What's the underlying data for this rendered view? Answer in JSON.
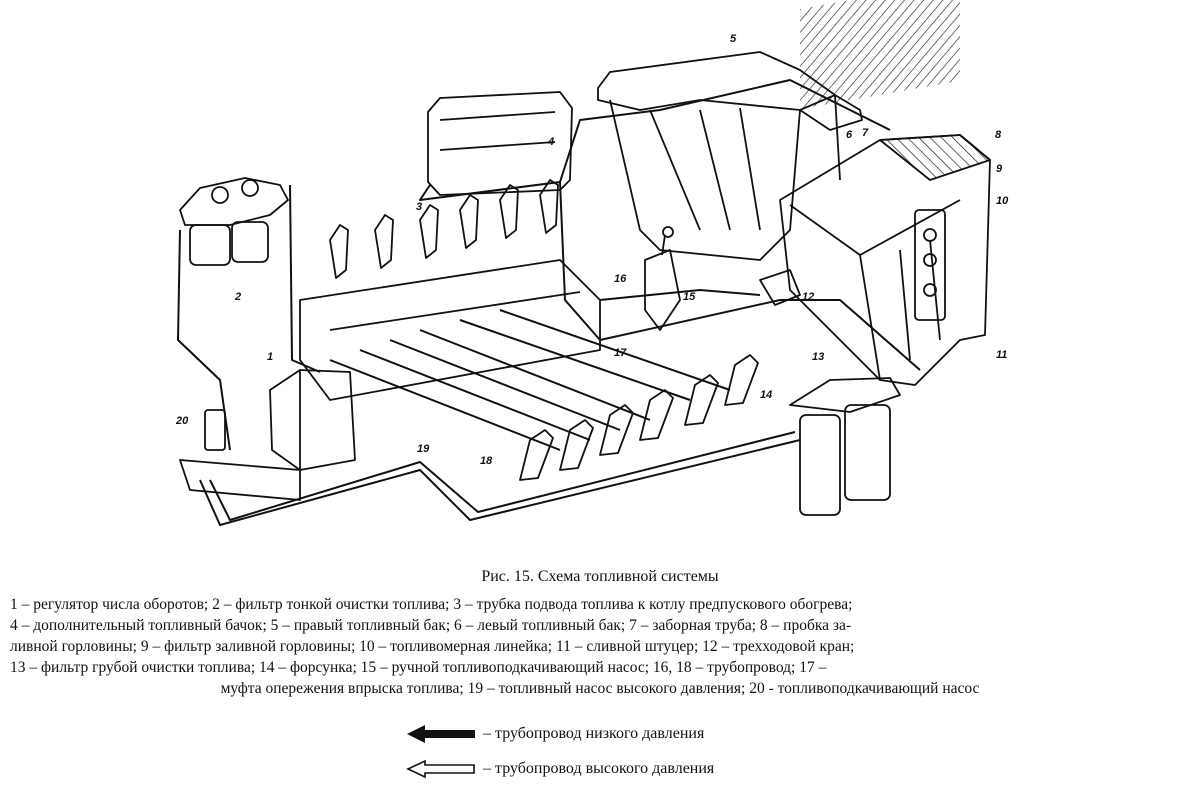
{
  "figure": {
    "caption": "Рис. 15. Схема топливной системы",
    "legend_lines": [
      "1 – регулятор числа оборотов; 2 – фильтр тонкой очистки топлива; 3 – трубка подвода топлива к котлу предпускового обогрева;",
      "4 – дополнительный топливный бачок; 5 – правый топливный бак; 6 – левый топливный бак; 7 – заборная труба; 8 – пробка за-",
      "ливной горловины; 9 – фильтр заливной горловины; 10 – топливомерная линейка; 11 – сливной штуцер; 12 – трехходовой кран;",
      "13 – фильтр грубой очистки топлива; 14 – форсунка; 15 – ручной топливоподкачивающий насос; 16, 18 – трубопровод; 17 –",
      "муфта опережения впрыска топлива; 19 – топливный насос высокого давления; 20 - топливоподкачивающий насос"
    ],
    "keys": {
      "low_pressure": "– трубопровод низкого давления",
      "high_pressure": "– трубопровод высокого давления"
    }
  },
  "labels": {
    "l1": "1",
    "l2": "2",
    "l3": "3",
    "l4": "4",
    "l5": "5",
    "l6": "6",
    "l7": "7",
    "l8": "8",
    "l9": "9",
    "l10": "10",
    "l11": "11",
    "l12": "12",
    "l13": "13",
    "l14": "14",
    "l15": "15",
    "l16": "16",
    "l17": "17",
    "l18": "18",
    "l19": "19",
    "l20": "20"
  }
}
